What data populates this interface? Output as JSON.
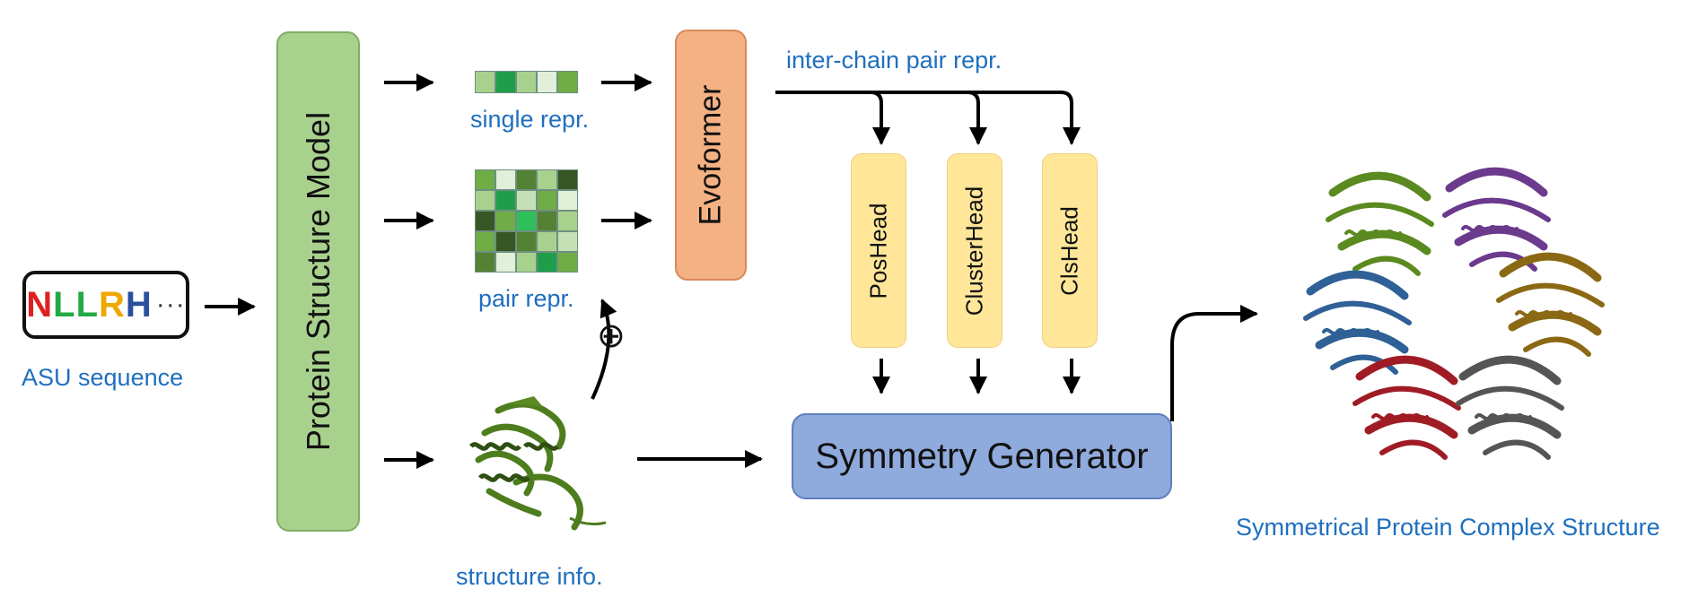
{
  "input": {
    "sequence_letters": [
      {
        "char": "N",
        "color": "#e02020"
      },
      {
        "char": "L",
        "color": "#22aa44"
      },
      {
        "char": "L",
        "color": "#22aa44"
      },
      {
        "char": "R",
        "color": "#f0a800"
      },
      {
        "char": "H",
        "color": "#2a4fa0"
      }
    ],
    "ellipsis": "···",
    "label": "ASU sequence"
  },
  "blocks": {
    "protein_structure_model": "Protein Structure Model",
    "evoformer": "Evoformer",
    "heads": [
      "PosHead",
      "ClusterHead",
      "ClsHead"
    ],
    "symmetry_generator": "Symmetry Generator"
  },
  "labels": {
    "single_repr": "single repr.",
    "pair_repr": "pair repr.",
    "structure_info": "structure info.",
    "inter_chain_pair_repr": "inter-chain pair repr.",
    "output": "Symmetrical Protein Complex Structure",
    "add_symbol": "⊕"
  },
  "colors": {
    "label_blue": "#1f6fbf",
    "psm_fill": "#a9d18e",
    "evoformer_fill": "#f4b183",
    "head_fill": "#ffe699",
    "symgen_fill": "#8faadc",
    "monomer_green": "#4e7d1e",
    "complex_chains": [
      "#5a8a20",
      "#6b3a8c",
      "#8b6914",
      "#2f6096",
      "#a01c24",
      "#555555"
    ]
  },
  "matrices": {
    "single": [
      "#a9d18e",
      "#1f9e4a",
      "#a9d18e",
      "#e2efd9",
      "#70ad47"
    ],
    "pair": [
      [
        "#70ad47",
        "#e2efd9",
        "#548235",
        "#a9d18e",
        "#375623"
      ],
      [
        "#a9d18e",
        "#1f9e4a",
        "#c5e0b4",
        "#70ad47",
        "#e2efd9"
      ],
      [
        "#375623",
        "#70ad47",
        "#2fbf5a",
        "#548235",
        "#a9d18e"
      ],
      [
        "#70ad47",
        "#375623",
        "#548235",
        "#a9d18e",
        "#c5e0b4"
      ],
      [
        "#548235",
        "#e2efd9",
        "#a9d18e",
        "#1f9e4a",
        "#70ad47"
      ]
    ]
  }
}
